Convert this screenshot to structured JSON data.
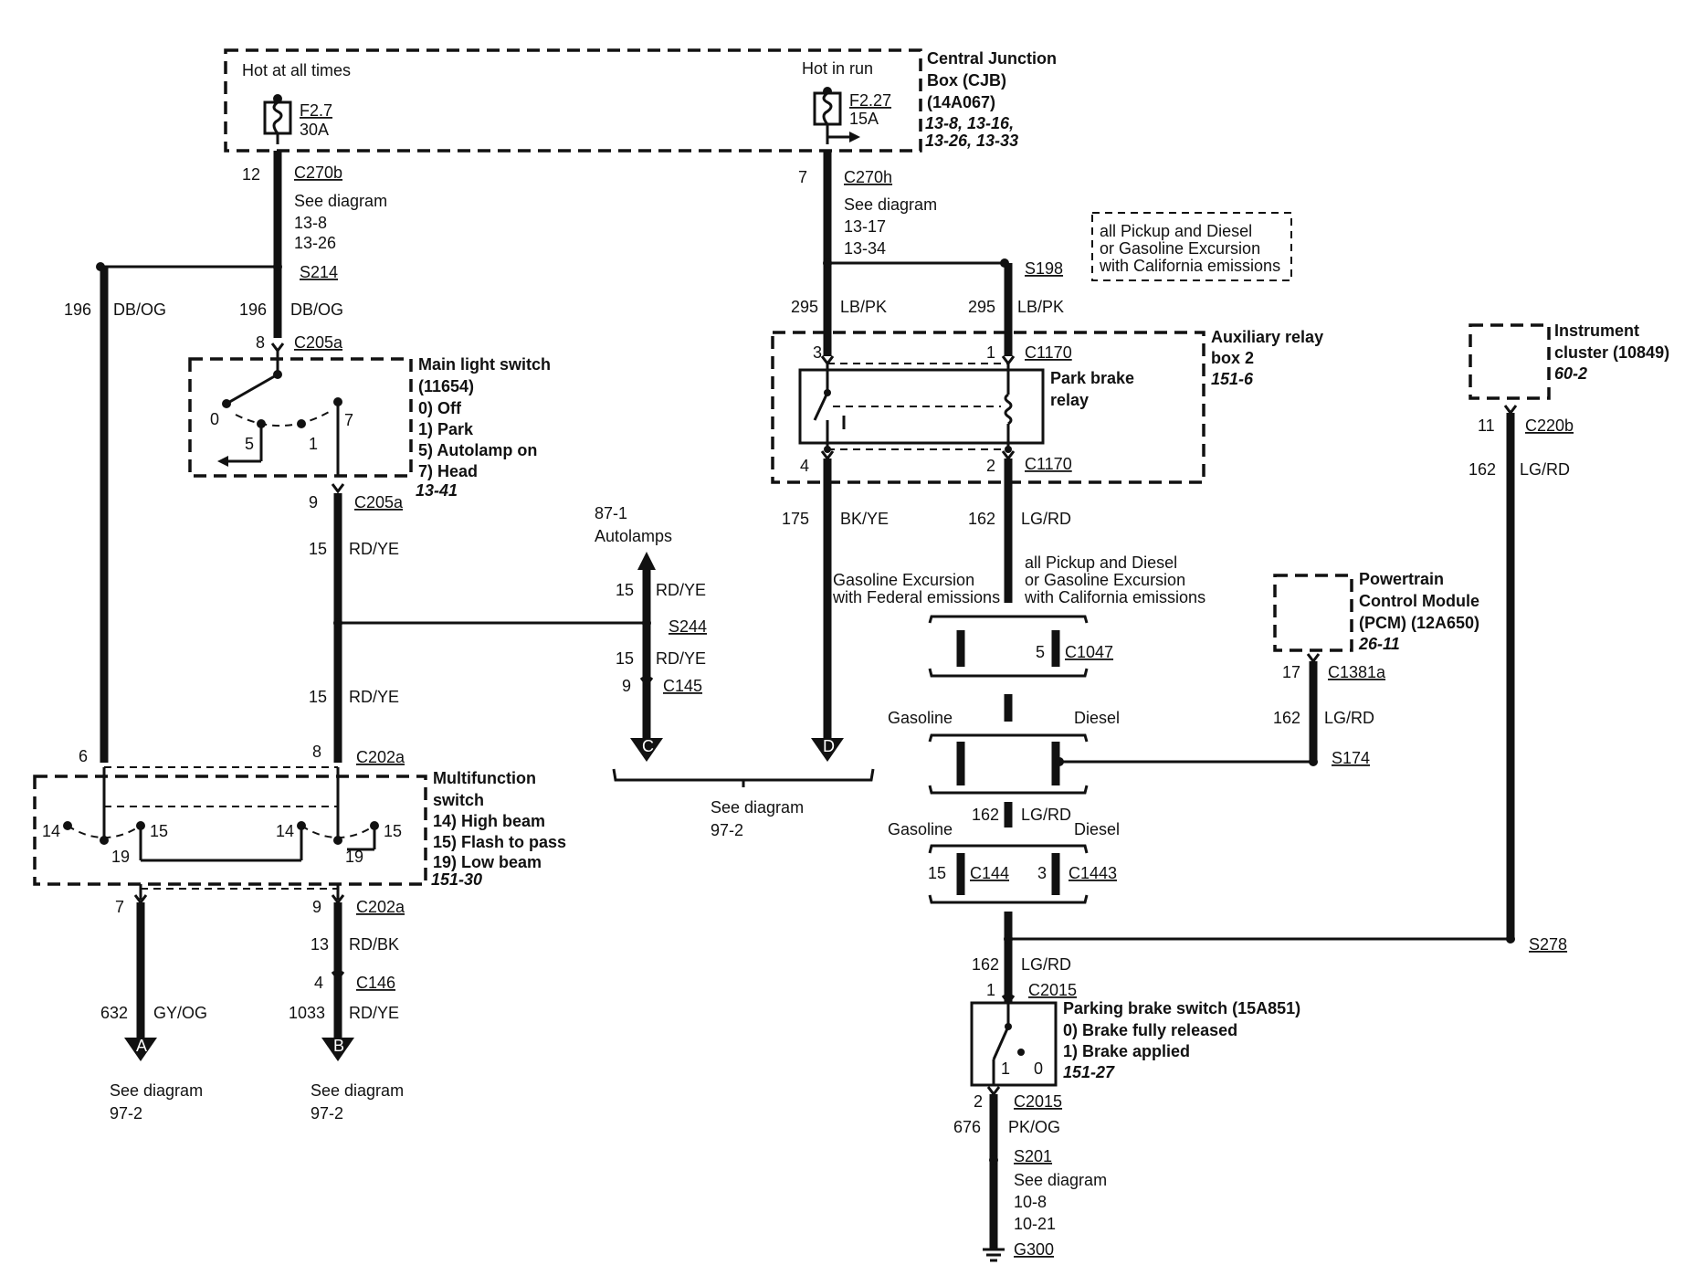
{
  "cjb": {
    "title_lines": [
      "Central Junction",
      "Box (CJB)",
      "(14A067)"
    ],
    "refs": [
      "13-8, 13-16,",
      "13-26, 13-33"
    ],
    "hot_all_times": "Hot at all times",
    "hot_in_run": "Hot in run",
    "fuse1": {
      "id": "F2.7",
      "amps": "30A"
    },
    "fuse2": {
      "id": "F2.27",
      "amps": "15A"
    }
  },
  "left_feed": {
    "pin": "12",
    "connector": "C270b",
    "see": "See diagram",
    "refs": [
      "13-8",
      "13-26"
    ],
    "splice": "S214",
    "branch_a": {
      "circuit": "196",
      "color": "DB/OG"
    },
    "branch_b": {
      "circuit": "196",
      "color": "DB/OG"
    }
  },
  "main_light_switch": {
    "pin_in": "8",
    "connector_in": "C205a",
    "title_lines": [
      "Main light switch",
      "(11654)",
      "0) Off",
      "1) Park",
      "5) Autolamp on",
      "7) Head"
    ],
    "ref": "13-41",
    "positions": [
      "0",
      "5",
      "1",
      "7"
    ],
    "pin_out": "9",
    "connector_out": "C205a"
  },
  "rdye": {
    "wire1": {
      "circuit": "15",
      "color": "RD/YE"
    },
    "wire2": {
      "circuit": "15",
      "color": "RD/YE"
    },
    "autolamps_lines": [
      "87-1",
      "Autolamps"
    ],
    "up": {
      "circuit": "15",
      "color": "RD/YE"
    },
    "splice": "S244",
    "down": {
      "circuit": "15",
      "color": "RD/YE"
    },
    "pin": "9",
    "connector": "C145",
    "arrow_c": "C"
  },
  "multifunction": {
    "pin_left": "6",
    "pin_right": "8",
    "connector": "C202a",
    "title_lines": [
      "Multifunction",
      "switch",
      "14) High beam",
      "15) Flash to pass",
      "19) Low beam"
    ],
    "ref": "151-30",
    "left_positions": [
      "14",
      "15",
      "19"
    ],
    "right_positions": [
      "14",
      "15",
      "19"
    ],
    "out_left_pin": "7",
    "out_right_pin": "9",
    "out_connector": "C202a",
    "out_wire": {
      "circuit": "13",
      "color": "RD/BK"
    },
    "c146_pin": "4",
    "c146": "C146",
    "a_wire": {
      "circuit": "632",
      "color": "GY/OG"
    },
    "b_wire": {
      "circuit": "1033",
      "color": "RD/YE"
    },
    "arrow_a": "A",
    "arrow_b": "B",
    "see_a": {
      "label": "See diagram",
      "ref": "97-2"
    },
    "see_b": {
      "label": "See diagram",
      "ref": "97-2"
    }
  },
  "right_feed": {
    "pin": "7",
    "connector": "C270h",
    "see": "See diagram",
    "refs": [
      "13-17",
      "13-34"
    ],
    "splice": "S198",
    "wire_a": {
      "circuit": "295",
      "color": "LB/PK"
    },
    "wire_b": {
      "circuit": "295",
      "color": "LB/PK"
    },
    "note_lines": [
      "all Pickup and Diesel",
      "or Gasoline Excursion",
      "with California emissions"
    ]
  },
  "relay_box": {
    "title_lines": [
      "Auxiliary relay",
      "box 2"
    ],
    "ref": "151-6",
    "relay_lines": [
      "Park brake",
      "relay"
    ],
    "pin3": "3",
    "pin1": "1",
    "connector_top": "C1170",
    "pin4": "4",
    "pin2": "2",
    "connector_bot": "C1170"
  },
  "lower_center": {
    "wire_d": {
      "circuit": "175",
      "color": "BK/YE"
    },
    "wire_e": {
      "circuit": "162",
      "color": "LG/RD"
    },
    "note_federal": [
      "Gasoline Excursion",
      "with Federal emissions"
    ],
    "note_california": [
      "all Pickup and Diesel",
      "or Gasoline Excursion",
      "with California emissions"
    ],
    "arrow_d": "D",
    "see_cd": {
      "label": "See diagram",
      "ref": "97-2"
    },
    "c1047_pin": "5",
    "c1047": "C1047",
    "gasoline1": "Gasoline",
    "diesel1": "Diesel",
    "mid_wire": {
      "circuit": "162",
      "color": "LG/RD"
    },
    "gasoline2": "Gasoline",
    "diesel2": "Diesel",
    "c144_pin": "15",
    "c144": "C144",
    "c1443_pin": "3",
    "c1443": "C1443"
  },
  "pcm": {
    "title_lines": [
      "Powertrain",
      "Control Module",
      "(PCM) (12A650)"
    ],
    "ref": "26-11",
    "pin": "17",
    "connector": "C1381a",
    "wire": {
      "circuit": "162",
      "color": "LG/RD"
    },
    "splice": "S174"
  },
  "cluster": {
    "title_lines": [
      "Instrument",
      "cluster (10849)"
    ],
    "ref": "60-2",
    "pin": "11",
    "connector": "C220b",
    "wire": {
      "circuit": "162",
      "color": "LG/RD"
    },
    "splice": "S278"
  },
  "brake_switch": {
    "wire_in": {
      "circuit": "162",
      "color": "LG/RD"
    },
    "pin_in": "1",
    "connector_in": "C2015",
    "title_lines": [
      "Parking brake switch (15A851)",
      "0) Brake fully released",
      "1) Brake applied"
    ],
    "ref": "151-27",
    "positions": [
      "1",
      "0"
    ],
    "pin_out": "2",
    "connector_out": "C2015",
    "wire_out": {
      "circuit": "676",
      "color": "PK/OG"
    },
    "splice": "S201",
    "see": "See diagram",
    "refs": [
      "10-8",
      "10-21"
    ],
    "ground": "G300"
  }
}
